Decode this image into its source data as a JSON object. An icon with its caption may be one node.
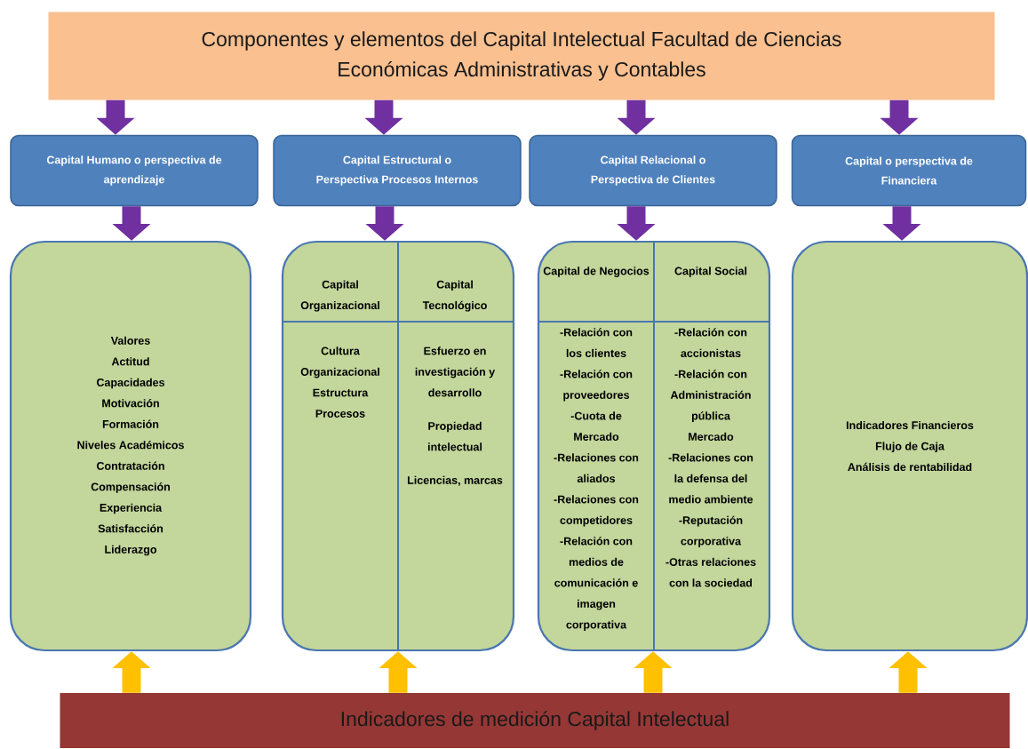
{
  "diagram": {
    "nodes": [
      {
        "text": [
          "Componentes y elementos del Capital Intelectual Facultad de Ciencias Económicas Administrativas y Contables"
        ]
      },
      {
        "text": [
          "Capital Humano o perspectiva de aprendizaje"
        ]
      },
      {
        "text": [
          "Capital Estructural  o Perspectiva Procesos Internos"
        ]
      },
      {
        "text": [
          "Capital Relacional o Perspectiva de Clientes"
        ]
      },
      {
        "text": [
          "Capital o perspectiva de Financiera"
        ]
      },
      {
        "text": [
          "Valores",
          "Actitud",
          "Capacidades",
          "Motivación",
          "Formación",
          "Niveles Académicos",
          "Contratación",
          "Compensación",
          "Experiencia",
          "Satisfacción",
          "Liderazgo"
        ]
      },
      {
        "text": [],
        "shape": "box"
      },
      {
        "text": [
          "Capital Organizacional"
        ],
        "in": 6
      },
      {
        "text": [
          "Capital Tecnológico"
        ],
        "in": 6
      },
      {
        "text": [
          "Cultura Organizacional",
          "Estructura",
          "Procesos"
        ],
        "in": 6
      },
      {
        "text": [
          "Esfuerzo en investigación y desarrollo",
          "Propiedad intelectual",
          "Licencias, marcas"
        ],
        "in": 6
      },
      {
        "text": [],
        "shape": "box"
      },
      {
        "text": [
          "Capital de Negocios"
        ],
        "in": 11
      },
      {
        "text": [
          "Capital Social"
        ],
        "in": 11
      },
      {
        "text": [
          "-Relación con los clientes",
          "-Relación con proveedores",
          "-Cuota de Mercado",
          "-Relaciones  con aliados",
          "-Relaciones con competidores",
          "-Relación con medios de comunicación e imagen corporativa"
        ],
        "in": 11
      },
      {
        "text": [
          "-Relación con accionistas",
          "-Relación con Administración pública",
          "Mercado",
          "-Relaciones  con la defensa del medio ambiente",
          "-Reputación corporativa",
          "-Otras relaciones con la sociedad"
        ],
        "in": 11
      },
      {
        "text": [
          "Indicadores Financieros",
          "Flujo de Caja",
          "Análisis de rentabilidad"
        ]
      },
      {
        "text": [
          "Indicadores de medición Capital Intelectual"
        ]
      }
    ],
    "edges": [
      {
        "from": 0,
        "to": 1,
        "arrow": "to"
      },
      {
        "from": 0,
        "to": 2,
        "arrow": "to"
      },
      {
        "from": 0,
        "to": 3,
        "arrow": "to"
      },
      {
        "from": 0,
        "to": 4,
        "arrow": "to"
      },
      {
        "from": 1,
        "to": 5,
        "arrow": "to"
      },
      {
        "from": 2,
        "to": 6,
        "arrow": "to"
      },
      {
        "from": 3,
        "to": 11,
        "arrow": "to"
      },
      {
        "from": 4,
        "to": 16,
        "arrow": "to"
      },
      {
        "from": 17,
        "to": 5,
        "arrow": "to",
        "color": "#ffc000"
      },
      {
        "from": 17,
        "to": 6,
        "arrow": "to",
        "color": "#ffc000"
      },
      {
        "from": 17,
        "to": 11,
        "arrow": "to",
        "color": "#ffc000"
      },
      {
        "from": 17,
        "to": 16,
        "arrow": "to",
        "color": "#ffc000"
      }
    ]
  }
}
